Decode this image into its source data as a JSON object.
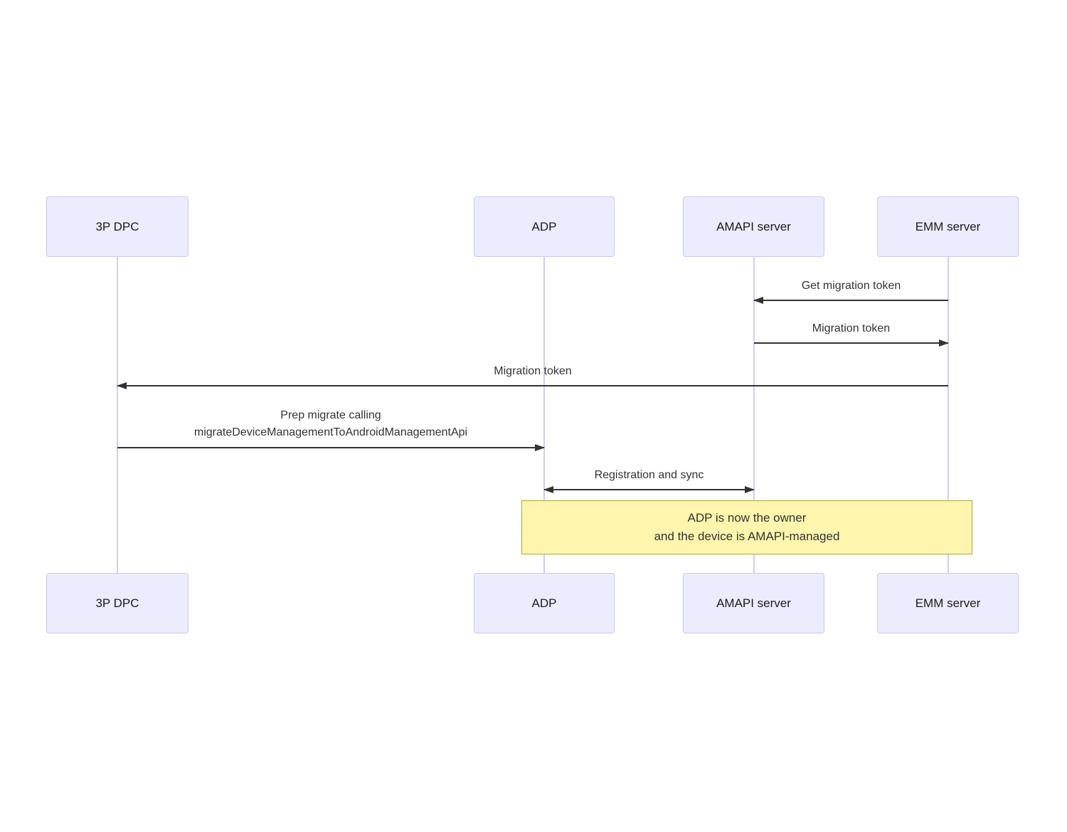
{
  "diagram": {
    "type": "sequence-diagram",
    "actors": [
      {
        "label": "3P DPC"
      },
      {
        "label": "ADP"
      },
      {
        "label": "AMAPI server"
      },
      {
        "label": "EMM server"
      }
    ],
    "messages": [
      {
        "from": "EMM server",
        "to": "AMAPI server",
        "direction": "left",
        "lines": [
          "Get migration token"
        ]
      },
      {
        "from": "AMAPI server",
        "to": "EMM server",
        "direction": "right",
        "lines": [
          "Migration token"
        ]
      },
      {
        "from": "EMM server",
        "to": "3P DPC",
        "direction": "left",
        "lines": [
          "Migration token"
        ]
      },
      {
        "from": "3P DPC",
        "to": "ADP",
        "direction": "right",
        "lines": [
          "Prep migrate calling",
          "migrateDeviceManagementToAndroidManagementApi"
        ]
      },
      {
        "from": "ADP",
        "to": "AMAPI server",
        "direction": "both",
        "lines": [
          "Registration and sync"
        ]
      }
    ],
    "note": {
      "span": "ADP to EMM server",
      "lines": [
        "ADP is now the owner",
        "and the device is AMAPI-managed"
      ]
    },
    "colors": {
      "actor_fill": "#ECECFF",
      "actor_border": "#CBC7F2",
      "lifeline": "#d5ccf0",
      "arrow": "#333333",
      "note_fill": "#FFF5AD",
      "note_border": "#AAAA33",
      "background": "#FFFFFF"
    }
  }
}
